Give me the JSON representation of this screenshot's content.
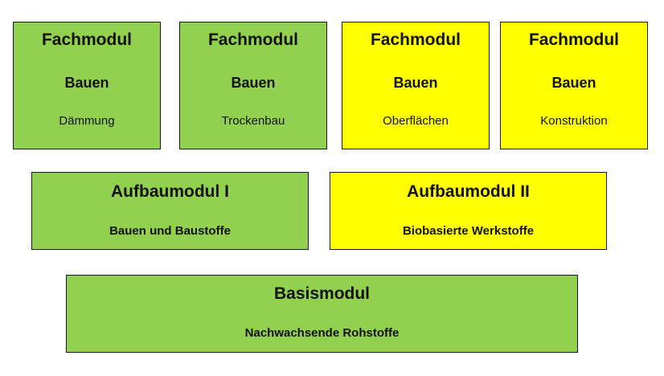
{
  "fachmodule": [
    {
      "title": "Fachmodul",
      "subtitle": "Bauen",
      "topic": "Dämmung",
      "color": "#92d050"
    },
    {
      "title": "Fachmodul",
      "subtitle": "Bauen",
      "topic": "Trockenbau",
      "color": "#92d050"
    },
    {
      "title": "Fachmodul",
      "subtitle": "Bauen",
      "topic": "Oberflächen",
      "color": "#ffff00"
    },
    {
      "title": "Fachmodul",
      "subtitle": "Bauen",
      "topic": "Konstruktion",
      "color": "#ffff00"
    }
  ],
  "aufbaumodule": [
    {
      "title": "Aufbaumodul I",
      "topic": "Bauen und Baustoffe",
      "color": "#92d050"
    },
    {
      "title": "Aufbaumodul II",
      "topic": "Biobasierte Werkstoffe",
      "color": "#ffff00"
    }
  ],
  "basismodul": {
    "title": "Basismodul",
    "topic": "Nachwachsende Rohstoffe",
    "color": "#92d050"
  }
}
